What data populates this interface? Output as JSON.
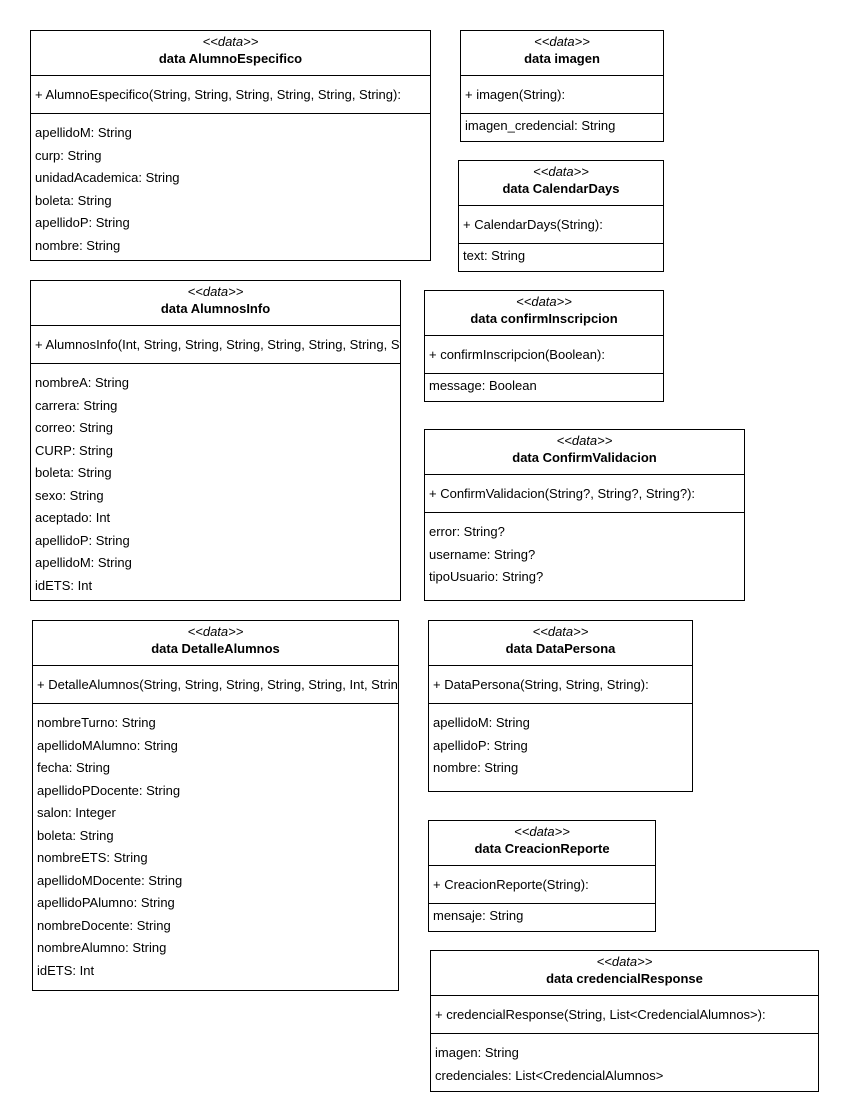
{
  "classes": [
    {
      "stereotype": "<<data>>",
      "name": "data AlumnoEspecifico",
      "constructor": "+ AlumnoEspecifico(String, String, String, String, String, String):",
      "attributes": [
        "apellidoM: String",
        "curp: String",
        "unidadAcademica: String",
        "boleta: String",
        "apellidoP: String",
        "nombre: String"
      ]
    },
    {
      "stereotype": "<<data>>",
      "name": "data imagen",
      "constructor": "+ imagen(String):",
      "attributes": [
        "imagen_credencial: String"
      ]
    },
    {
      "stereotype": "<<data>>",
      "name": "data CalendarDays",
      "constructor": "+ CalendarDays(String):",
      "attributes": [
        "text: String"
      ]
    },
    {
      "stereotype": "<<data>>",
      "name": "data AlumnosInfo",
      "constructor": "+ AlumnosInfo(Int, String, String, String, String, String, String, String, String, Int):",
      "attributes": [
        "nombreA: String",
        "carrera: String",
        "correo: String",
        "CURP: String",
        "boleta: String",
        "sexo: String",
        "aceptado: Int",
        "apellidoP: String",
        "apellidoM: String",
        "idETS: Int"
      ]
    },
    {
      "stereotype": "<<data>>",
      "name": "data confirmInscripcion",
      "constructor": "+ confirmInscripcion(Boolean):",
      "attributes": [
        "message: Boolean"
      ]
    },
    {
      "stereotype": "<<data>>",
      "name": "data ConfirmValidacion",
      "constructor": "+ ConfirmValidacion(String?, String?, String?):",
      "attributes": [
        "error: String?",
        "username: String?",
        "tipoUsuario: String?"
      ]
    },
    {
      "stereotype": "<<data>>",
      "name": "data DetalleAlumnos",
      "constructor": "+ DetalleAlumnos(String, String, String, String, String, Int, String, String, String, String, String, Int):",
      "attributes": [
        "nombreTurno: String",
        "apellidoMAlumno: String",
        "fecha: String",
        "apellidoPDocente: String",
        "salon: Integer",
        "boleta: String",
        "nombreETS: String",
        "apellidoMDocente: String",
        "apellidoPAlumno: String",
        "nombreDocente: String",
        "nombreAlumno: String",
        "idETS: Int"
      ]
    },
    {
      "stereotype": "<<data>>",
      "name": "data DataPersona",
      "constructor": "+ DataPersona(String, String, String):",
      "attributes": [
        "apellidoM: String",
        "apellidoP: String",
        "nombre: String"
      ]
    },
    {
      "stereotype": "<<data>>",
      "name": "data CreacionReporte",
      "constructor": "+ CreacionReporte(String):",
      "attributes": [
        "mensaje: String"
      ]
    },
    {
      "stereotype": "<<data>>",
      "name": "data credencialResponse",
      "constructor": "+ credencialResponse(String, List<CredencialAlumnos>):",
      "attributes": [
        "imagen: String",
        "credenciales: List<CredencialAlumnos>"
      ]
    }
  ]
}
